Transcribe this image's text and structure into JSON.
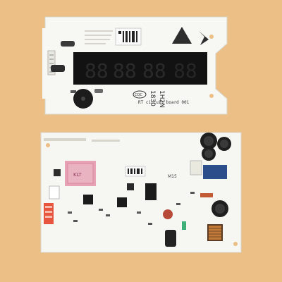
{
  "colors": {
    "background": "#ebbf86",
    "board": "#f7f7f4",
    "display": "#121212",
    "segment": "#2a2a2a",
    "relay_pink": "#e7a3b5",
    "capacitor_blue": "#2c4f8c",
    "connector_red": "#e8553f"
  },
  "top_board": {
    "silkscreen": "RT circuit board 001",
    "label_model": "1H2N",
    "label_number": "1830",
    "cert_mark": "CQC",
    "display_digits": [
      "88",
      "88",
      "88",
      "88"
    ]
  },
  "bottom_board": {
    "relay_label": "KLT",
    "chip_label": "M15"
  }
}
